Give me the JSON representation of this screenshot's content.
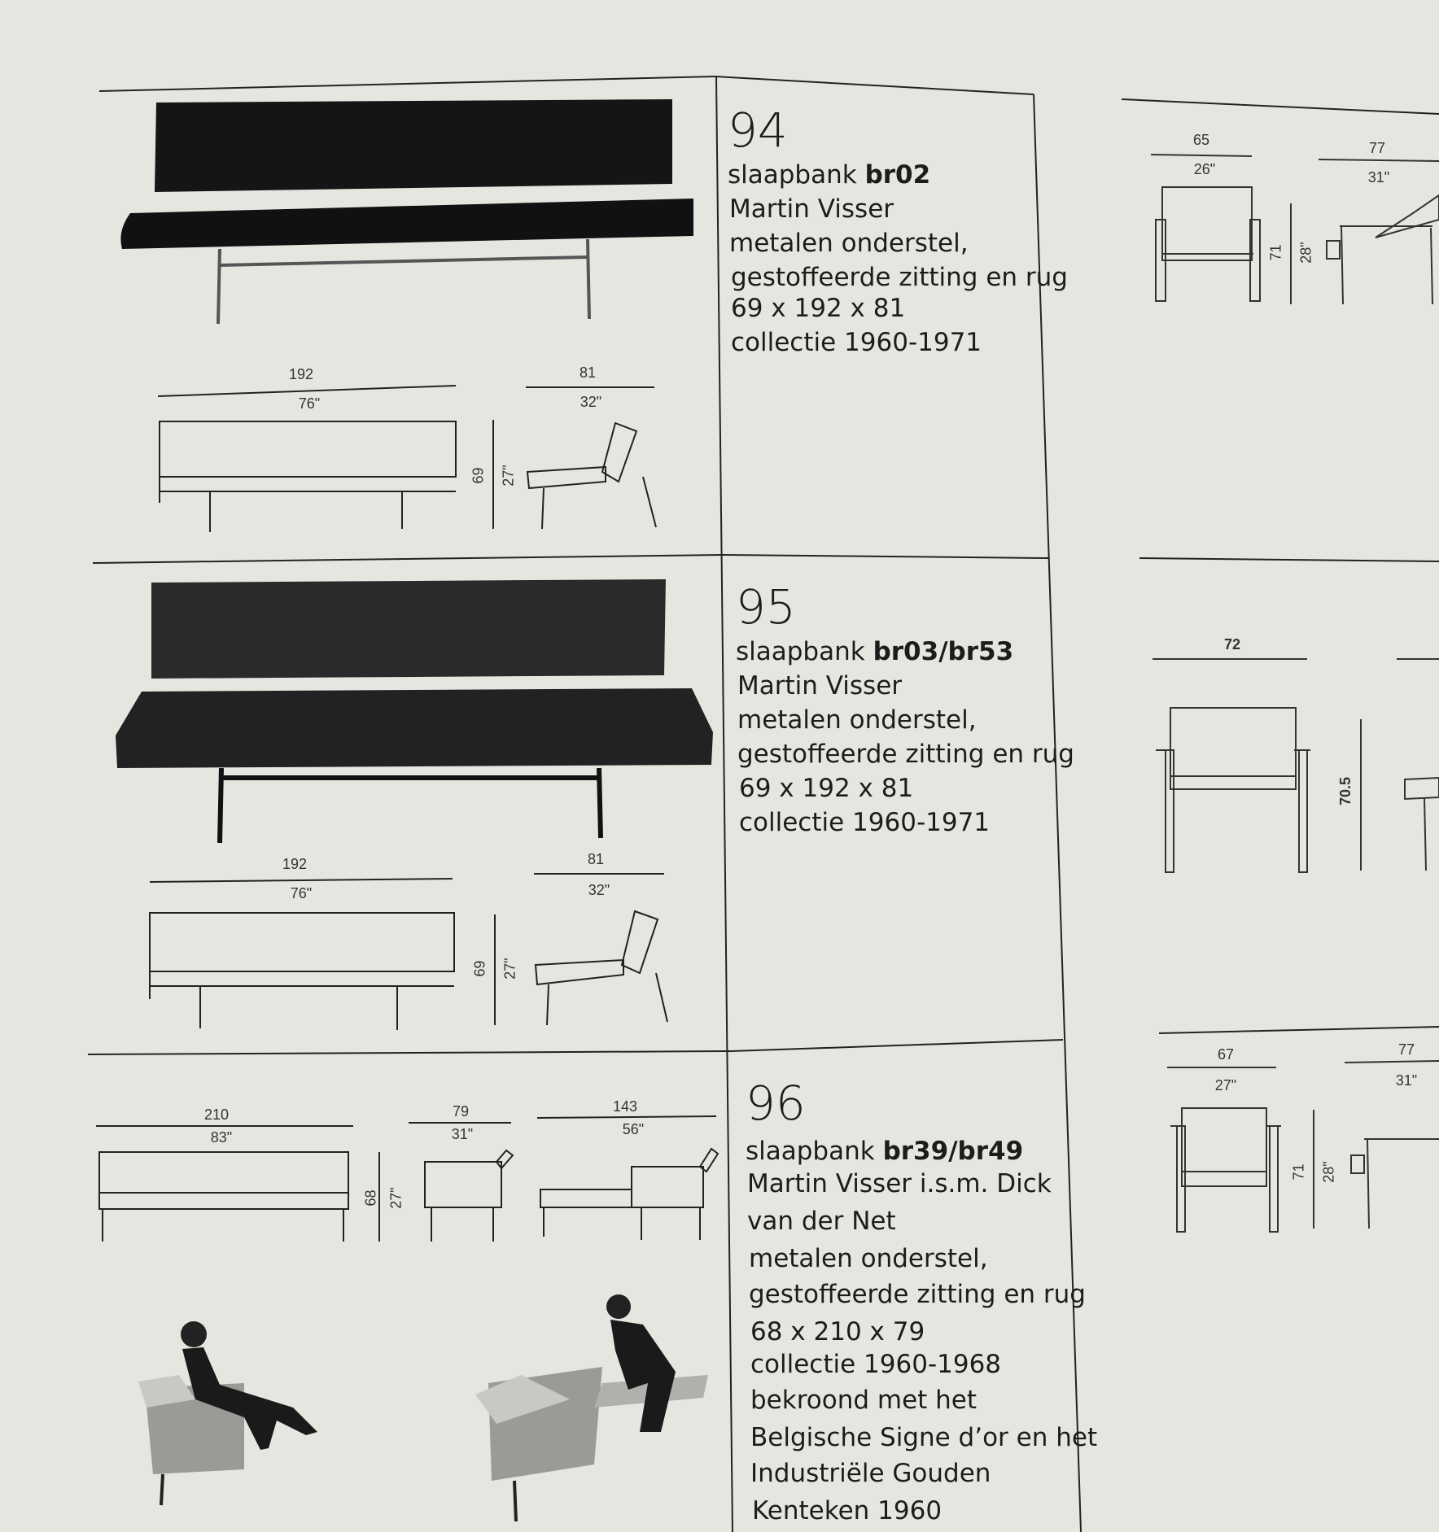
{
  "entries": [
    {
      "number": "94",
      "type": "slaapbank",
      "model": "br02",
      "lines": [
        "Martin Visser",
        "metalen onderstel,",
        "gestoffeerde zitting en rug",
        "69 x 192 x 81",
        "collectie 1960-1971"
      ],
      "dims": {
        "width_cm": "192",
        "width_in": "76\"",
        "depth_cm": "81",
        "depth_in": "32\"",
        "height_cm": "69",
        "height_in": "27\""
      }
    },
    {
      "number": "95",
      "type": "slaapbank",
      "model": "br03/br53",
      "lines": [
        "Martin Visser",
        "metalen onderstel,",
        "gestoffeerde zitting en rug",
        "69 x 192 x 81",
        "collectie 1960-1971"
      ],
      "dims": {
        "width_cm": "192",
        "width_in": "76\"",
        "depth_cm": "81",
        "depth_in": "32\"",
        "height_cm": "69",
        "height_in": "27\""
      }
    },
    {
      "number": "96",
      "type": "slaapbank",
      "model": "br39/br49",
      "lines": [
        "Martin Visser i.s.m. Dick",
        "van der Net",
        "metalen onderstel,",
        "gestoffeerde zitting en rug",
        "68 x 210 x 79",
        "collectie 1960-1968",
        "bekroond met het",
        "Belgische Signe d’or en het",
        "Industriële Gouden",
        "Kenteken 1960"
      ],
      "dims": {
        "width_cm": "210",
        "width_in": "83\"",
        "depth_cm": "79",
        "depth_in": "31\"",
        "open_cm": "143",
        "open_in": "56\"",
        "height_cm": "68",
        "height_in": "27\""
      }
    }
  ],
  "right_column": [
    {
      "width_cm": "65",
      "width_in": "26\"",
      "depth_cm": "77",
      "depth_in": "31\"",
      "height_cm": "71",
      "height_in": "28\""
    },
    {
      "width_cm": "72",
      "height_cm": "70.5"
    },
    {
      "width_cm": "67",
      "width_in": "27\"",
      "depth_cm": "77",
      "depth_in": "31\"",
      "height_cm": "71",
      "height_in": "28\""
    }
  ]
}
